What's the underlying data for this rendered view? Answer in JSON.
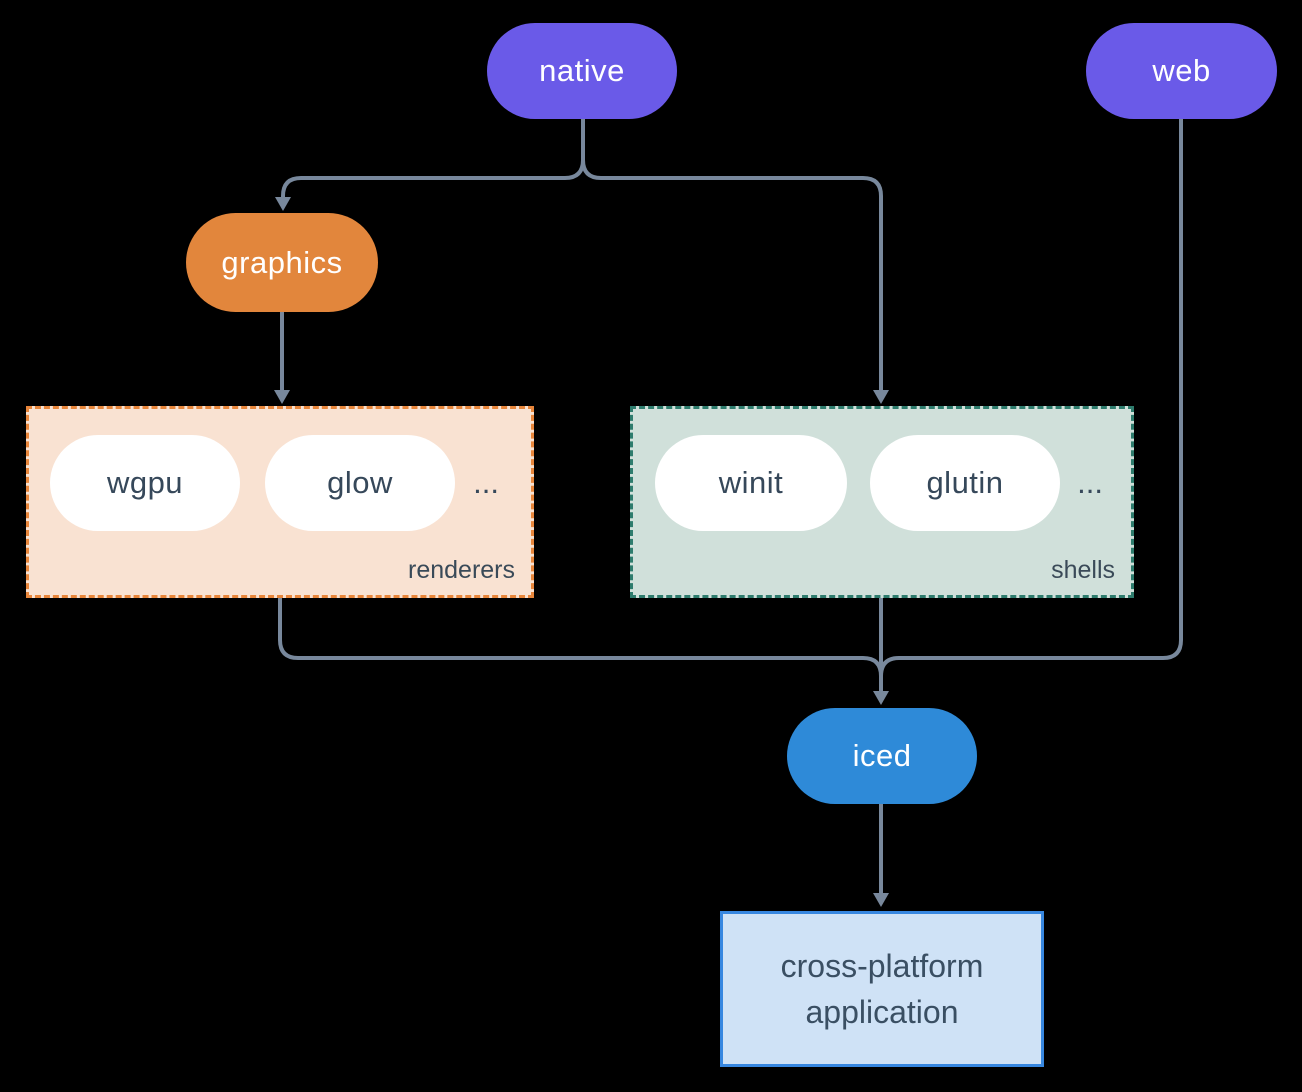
{
  "palette": {
    "background": "#000000",
    "connector": "#78889c",
    "purple": "#6a5ae8",
    "orange": "#e2863c",
    "blue": "#2e8ad8",
    "renderers_bg": "#f9e2d2",
    "renderers_border": "#e8863b",
    "shells_bg": "#d0e0da",
    "shells_border": "#2e7c6d",
    "app_bg": "#cfe2f6",
    "app_border": "#3787e0",
    "dark_text": "#36485a",
    "white": "#ffffff"
  },
  "nodes": {
    "native": {
      "label": "native",
      "fill": "#6a5ae8"
    },
    "web": {
      "label": "web",
      "fill": "#6a5ae8"
    },
    "graphics": {
      "label": "graphics",
      "fill": "#e2863c"
    },
    "iced": {
      "label": "iced",
      "fill": "#2e8ad8"
    },
    "application": {
      "label": "cross-platform application",
      "fill": "#cfe2f6",
      "border": "#3787e0"
    }
  },
  "groups": {
    "renderers": {
      "label": "renderers",
      "items": [
        "wgpu",
        "glow"
      ],
      "ellipsis": "...",
      "bg": "#f9e2d2",
      "border": "#e8863b"
    },
    "shells": {
      "label": "shells",
      "items": [
        "winit",
        "glutin"
      ],
      "ellipsis": "...",
      "bg": "#d0e0da",
      "border": "#2e7c6d"
    }
  }
}
